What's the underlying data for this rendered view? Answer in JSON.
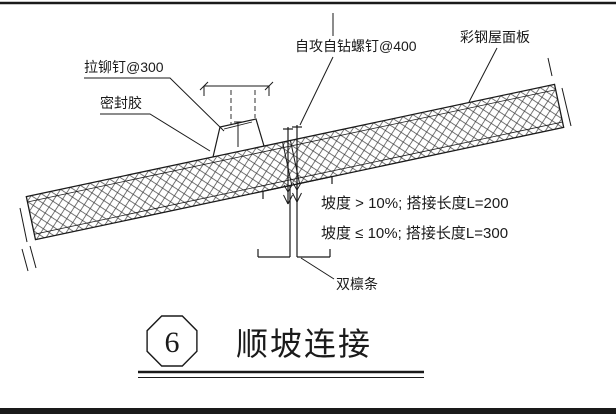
{
  "figure": {
    "number": "6",
    "title": "顺坡连接"
  },
  "callouts": {
    "rivet": "拉铆钉@300",
    "sealant": "密封胶",
    "screw": "自攻自钻螺钉@400",
    "roof_panel": "彩钢屋面板",
    "purlin": "双檩条"
  },
  "notes": {
    "slope_gt": "坡度 > 10%; 搭接长度L=200",
    "slope_le": "坡度 ≤ 10%; 搭接长度L=300"
  },
  "colors": {
    "line": "#1a1a1a",
    "hatch": "#3a3a3a",
    "background": "#ffffff"
  }
}
